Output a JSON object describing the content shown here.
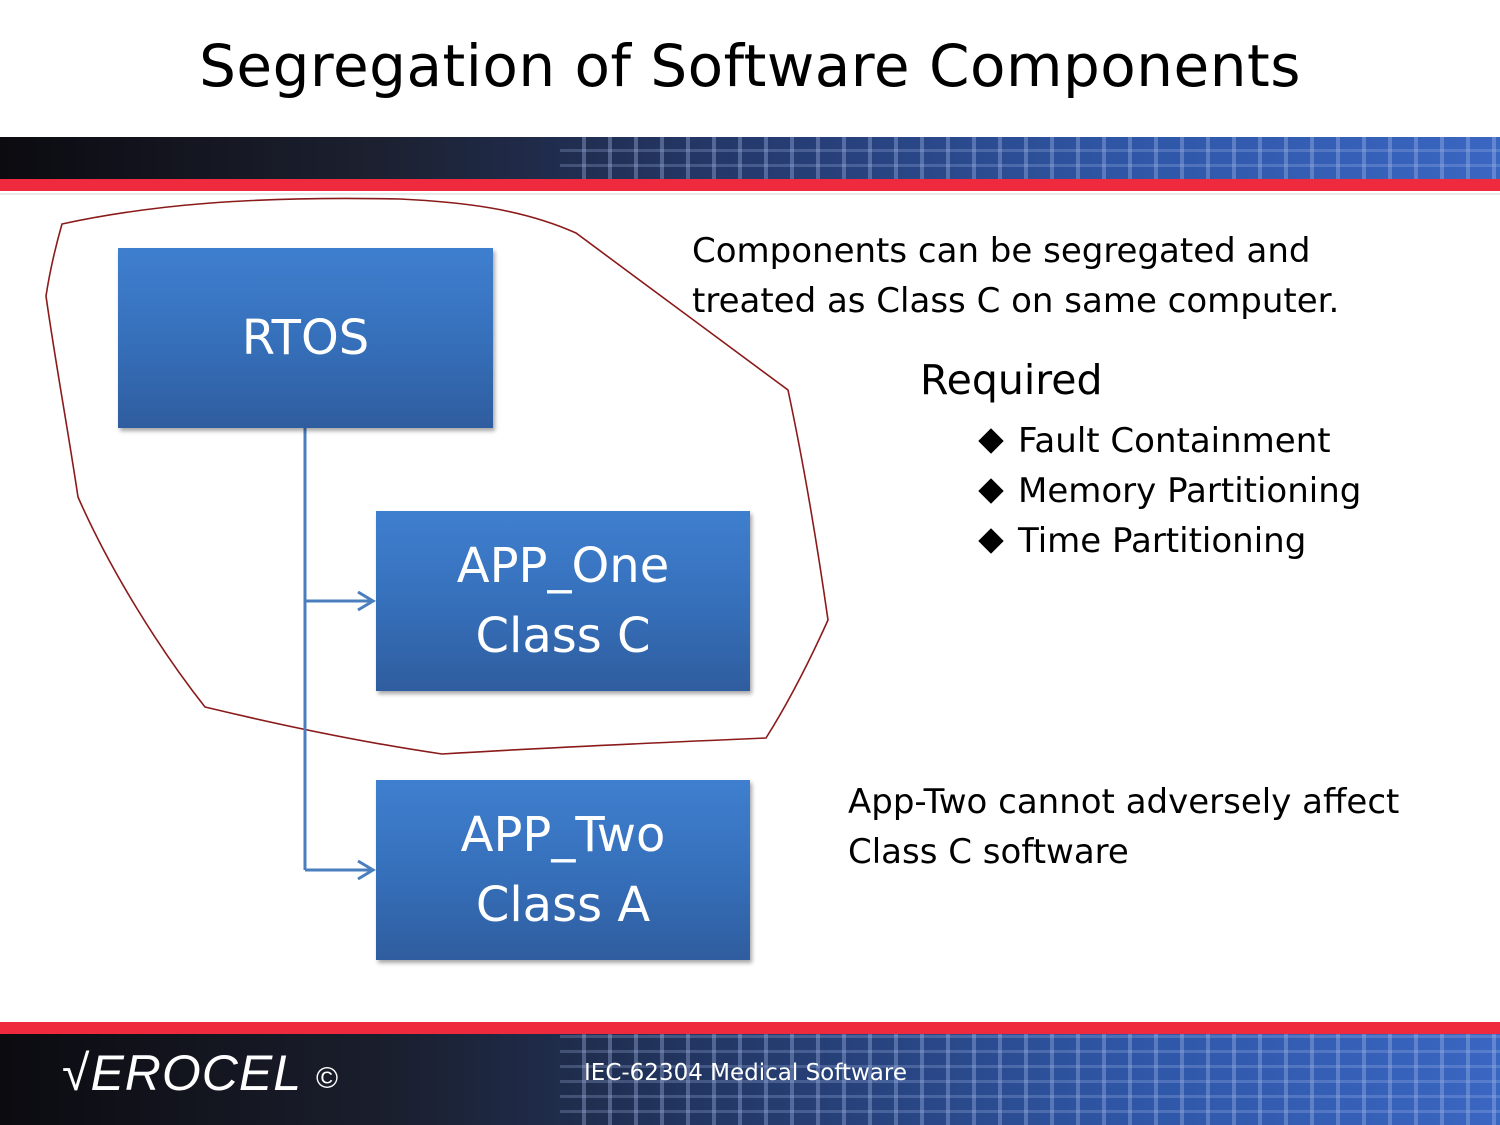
{
  "title": "Segregation of Software Components",
  "boxes": {
    "rtos": {
      "label": "RTOS"
    },
    "app_one": {
      "name": "APP_One",
      "class": "Class C"
    },
    "app_two": {
      "name": "APP_Two",
      "class": "Class A"
    }
  },
  "description": {
    "line1": "Components can be segregated and",
    "line2": "treated as Class C on same computer."
  },
  "required": {
    "heading": "Required",
    "items": [
      "Fault Containment",
      "Memory Partitioning",
      "Time Partitioning"
    ]
  },
  "note": {
    "line1": "App-Two cannot adversely affect",
    "line2": "Class C software"
  },
  "footer": {
    "logo": "√EROCEL",
    "copyright": "©",
    "text": "IEC-62304 Medical Software"
  },
  "colors": {
    "box": "#3670bb",
    "connector": "#4a7ebf",
    "outline": "#8b1a1a",
    "accent_red": "#f02a3e"
  }
}
